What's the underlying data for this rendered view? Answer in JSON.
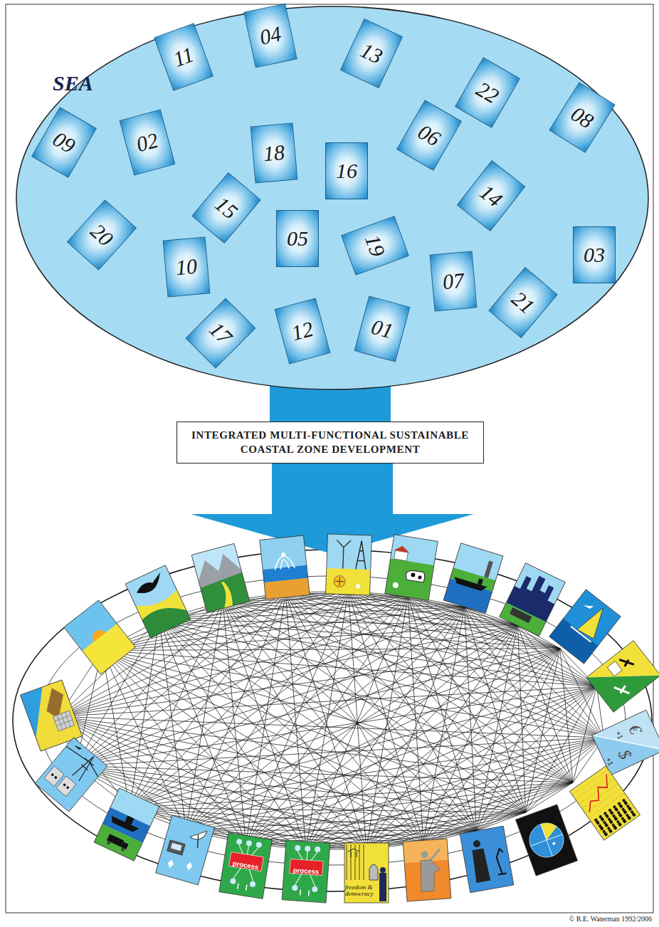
{
  "diagram": {
    "nodes": [
      {
        "text": [
          "SEA"
        ]
      },
      {
        "text": [
          "11"
        ],
        "in": 0
      },
      {
        "text": [
          "04"
        ],
        "in": 0
      },
      {
        "text": [
          "13"
        ],
        "in": 0
      },
      {
        "text": [
          "22"
        ],
        "in": 0
      },
      {
        "text": [
          "08"
        ],
        "in": 0
      },
      {
        "text": [
          "09"
        ],
        "in": 0
      },
      {
        "text": [
          "02"
        ],
        "in": 0
      },
      {
        "text": [
          "18"
        ],
        "in": 0
      },
      {
        "text": [
          "16"
        ],
        "in": 0
      },
      {
        "text": [
          "06"
        ],
        "in": 0
      },
      {
        "text": [
          "14"
        ],
        "in": 0
      },
      {
        "text": [
          "15"
        ],
        "in": 0
      },
      {
        "text": [
          "20"
        ],
        "in": 0
      },
      {
        "text": [
          "10"
        ],
        "in": 0
      },
      {
        "text": [
          "05"
        ],
        "in": 0
      },
      {
        "text": [
          "19"
        ],
        "in": 0
      },
      {
        "text": [
          "07"
        ],
        "in": 0
      },
      {
        "text": [
          "03"
        ],
        "in": 0
      },
      {
        "text": [
          "21"
        ],
        "in": 0
      },
      {
        "text": [
          "17"
        ],
        "in": 0
      },
      {
        "text": [
          "12"
        ],
        "in": 0
      },
      {
        "text": [
          "01"
        ],
        "in": 0
      },
      {
        "text": [
          "INTEGRATED MULTI-FUNCTIONAL SUSTAINABLE COASTAL ZONE DEVELOPMENT"
        ]
      }
    ],
    "edges": [
      {
        "from": 0,
        "to": 23,
        "arrow": "none"
      }
    ],
    "labels": [
      "€",
      "+1",
      "$",
      "+1",
      "process",
      "process",
      "freedom & democracy",
      "© R.E. Waterman 1992/2006"
    ]
  }
}
